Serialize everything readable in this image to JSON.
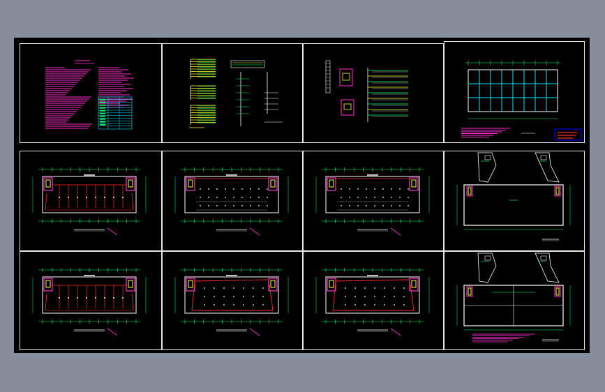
{
  "window": {
    "background": "#878e9b",
    "canvas_background": "#000000"
  },
  "colors": {
    "frame": "#e8e8e8",
    "wall": "#ffffff",
    "grid": "#00ff66",
    "circuit": "#ff2a2a",
    "note": "#ff33cc",
    "stair": "#ffff33",
    "table": "#00e5ff"
  },
  "sheets": [
    {
      "id": "s1",
      "kind": "notes"
    },
    {
      "id": "s2",
      "kind": "system-diagram"
    },
    {
      "id": "s3",
      "kind": "system-diagram-2"
    },
    {
      "id": "s4",
      "kind": "roof-grid"
    },
    {
      "id": "s5",
      "kind": "floor-plan-circuits"
    },
    {
      "id": "s6",
      "kind": "floor-plan-dots"
    },
    {
      "id": "s7",
      "kind": "floor-plan-dots"
    },
    {
      "id": "s8",
      "kind": "roof-plan"
    },
    {
      "id": "s9",
      "kind": "floor-plan-circuits"
    },
    {
      "id": "s10",
      "kind": "floor-plan-loop"
    },
    {
      "id": "s11",
      "kind": "floor-plan-loop"
    },
    {
      "id": "s12",
      "kind": "roof-plan-2"
    }
  ]
}
